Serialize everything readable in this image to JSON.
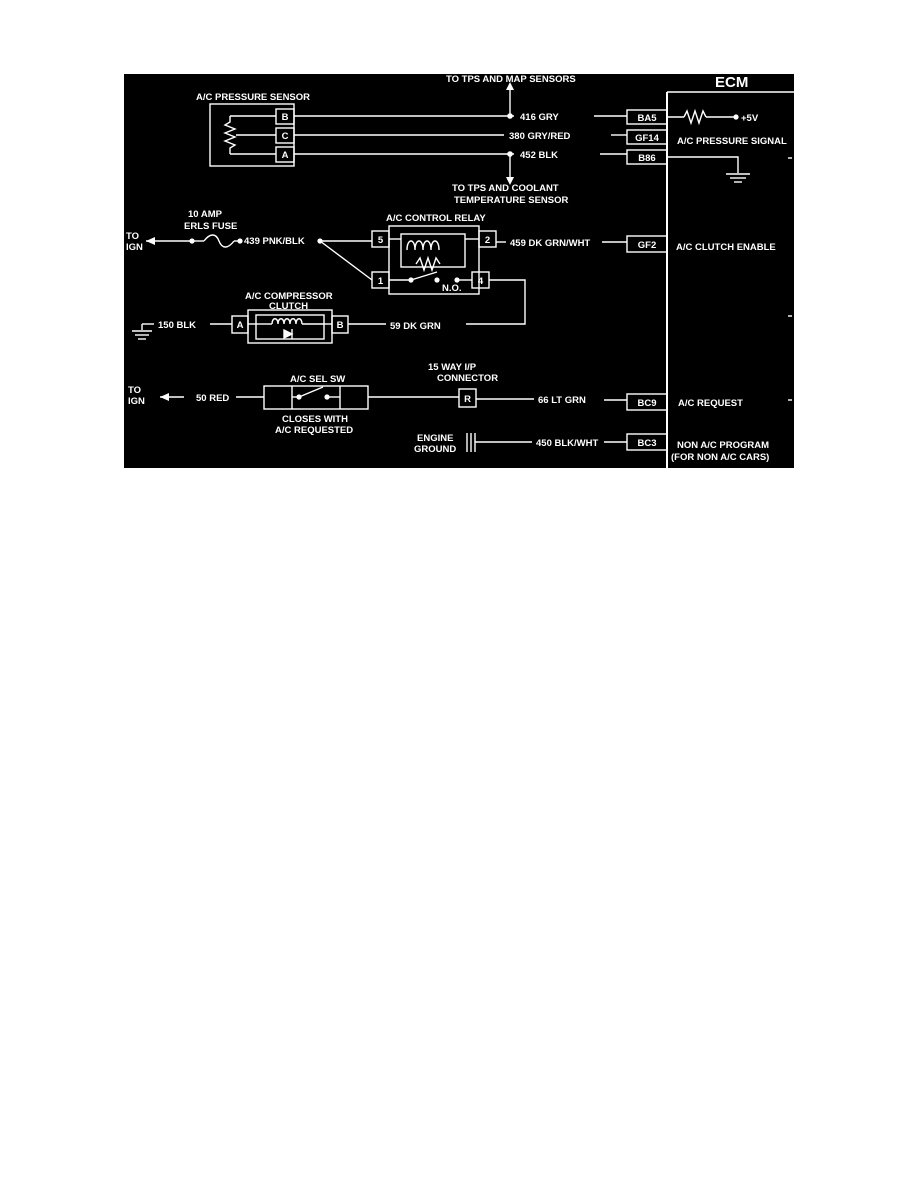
{
  "colors": {
    "background": "#000000",
    "ink": "#ffffff",
    "page": "#ffffff"
  },
  "ecm": {
    "title": "ECM",
    "plus5v": "+5V",
    "signals": {
      "pressure_signal": "A/C PRESSURE SIGNAL",
      "clutch_enable": "A/C CLUTCH ENABLE",
      "request": "A/C REQUEST",
      "non_ac_line1": "NON A/C PROGRAM",
      "non_ac_line2": "(FOR NON A/C CARS)"
    },
    "pins": {
      "ba5": "BA5",
      "gf14": "GF14",
      "b86": "B86",
      "gf2": "GF2",
      "bc9": "BC9",
      "bc3": "BC3"
    }
  },
  "pressure_sensor": {
    "title": "A/C PRESSURE SENSOR",
    "pins": {
      "b": "B",
      "c": "C",
      "a": "A"
    }
  },
  "annotations": {
    "to_tps_map": "TO TPS AND MAP SENSORS",
    "to_tps_coolant_line1": "TO TPS AND COOLANT",
    "to_tps_coolant_line2": "TEMPERATURE SENSOR"
  },
  "wires": {
    "w416": "416  GRY",
    "w380": "380 GRY/RED",
    "w452": "452  BLK",
    "w439": "439 PNK/BLK",
    "w459": "459  DK GRN/WHT",
    "w150": "150 BLK",
    "w59": "59  DK GRN",
    "w50": "50  RED",
    "w66": "66 LT GRN",
    "w450": "450 BLK/WHT"
  },
  "fuse": {
    "line1": "10 AMP",
    "line2": "ERLS FUSE"
  },
  "to_ign": {
    "line1": "TO",
    "line2": "IGN"
  },
  "relay": {
    "title": "A/C CONTROL RELAY",
    "pins": {
      "p5": "5",
      "p2": "2",
      "p1": "1",
      "p4": "4"
    },
    "no_label": "N.O."
  },
  "clutch": {
    "title_line1": "A/C COMPRESSOR",
    "title_line2": "CLUTCH",
    "pins": {
      "a": "A",
      "b": "B"
    }
  },
  "sel_switch": {
    "title": "A/C SEL SW",
    "note_line1": "CLOSES WITH",
    "note_line2": "A/C REQUESTED"
  },
  "ip_connector": {
    "line1": "15 WAY I/P",
    "line2": "CONNECTOR",
    "pin": "R"
  },
  "engine_ground": {
    "line1": "ENGINE",
    "line2": "GROUND"
  }
}
